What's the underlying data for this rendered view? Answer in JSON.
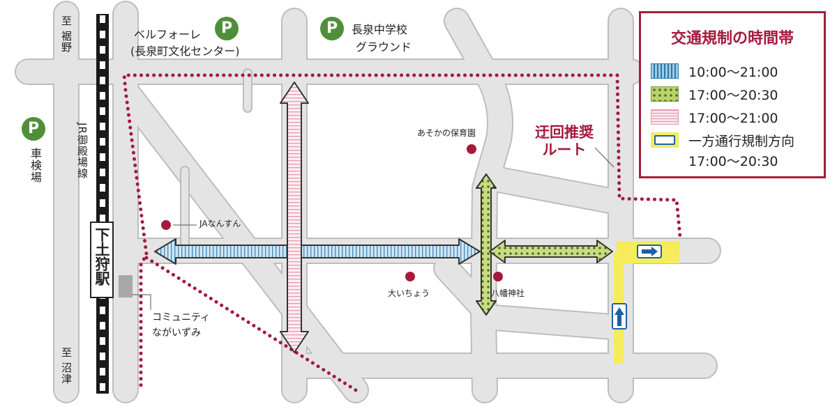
{
  "map": {
    "station": "下土狩駅",
    "railway": "JR御殿場線",
    "direction_north": "至 裾野",
    "direction_south": "至 沼津",
    "parking_marker": "P",
    "parking_1_line1": "ベルフォーレ",
    "parking_1_line2": "(長泉町文化センター)",
    "parking_2_line1": "長泉中学校",
    "parking_2_line2": "グラウンド",
    "parking_3": "車検場",
    "poi_nursery": "あそかの保育園",
    "poi_ja": "JAなんすん",
    "poi_ichou": "大いちょう",
    "poi_shrine": "八幡神社",
    "poi_community_1": "コミュニティ",
    "poi_community_2": "ながいずみ",
    "detour_line1": "迂回推奨",
    "detour_line2": "ルート"
  },
  "legend": {
    "title": "交通規制の時間帯",
    "items": [
      {
        "style": "blue",
        "text": "10:00〜21:00"
      },
      {
        "style": "green",
        "text": "17:00〜20:30"
      },
      {
        "style": "pink",
        "text": "17:00〜21:00"
      },
      {
        "style": "yellow",
        "text": "一方通行規制方向"
      },
      {
        "style": "none",
        "text": "17:00〜20:30"
      }
    ]
  },
  "colors": {
    "road": "#e2e2e2",
    "road_edge": "#bdbdbd",
    "detour": "#a5193c",
    "blue": "#2b78a8",
    "green": "#b9d36a",
    "pink": "#e49aae",
    "yellow": "#f6ec5b",
    "parking": "#4f8f3a"
  }
}
